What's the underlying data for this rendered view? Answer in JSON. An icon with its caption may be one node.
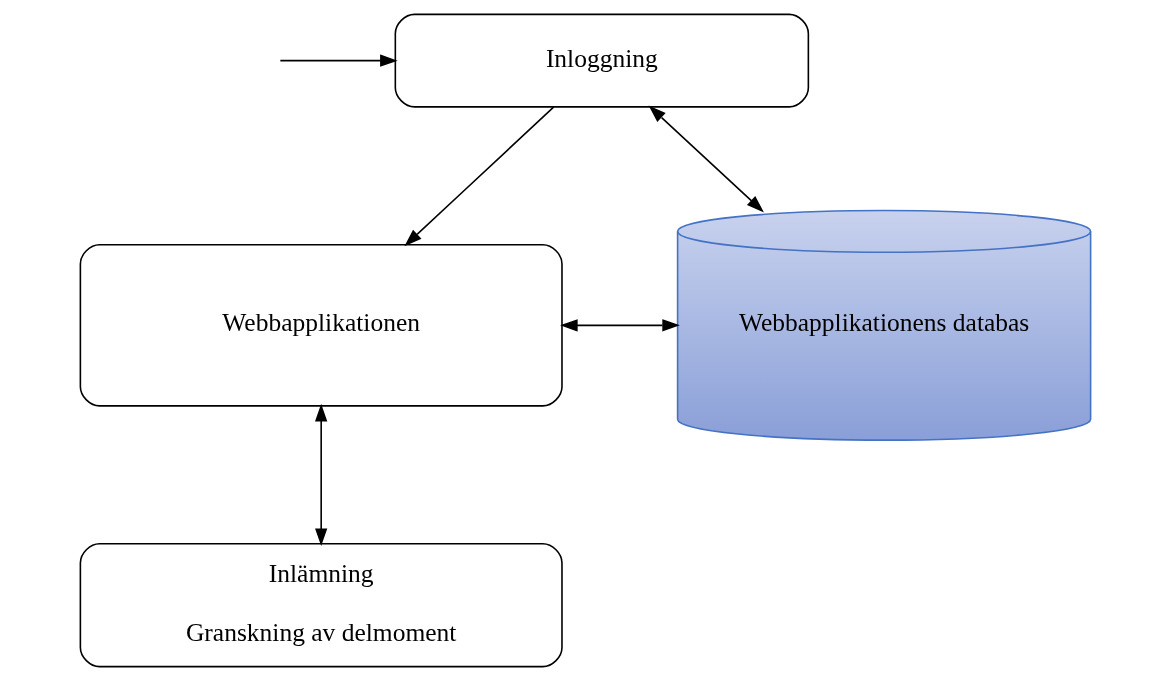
{
  "diagram": {
    "nodes": [
      {
        "text": [
          "Inloggning"
        ]
      },
      {
        "text": [
          "Webbapplikationen"
        ]
      },
      {
        "text": [
          "Webbapplikationens databas"
        ]
      },
      {
        "text": [
          "Inlämning",
          "Granskning av delmoment"
        ]
      }
    ],
    "edges": [
      {
        "from": null,
        "to": 0,
        "arrow": "to"
      },
      {
        "from": 0,
        "to": 1,
        "arrow": "to"
      },
      {
        "from": 0,
        "to": 2,
        "arrow": "both"
      },
      {
        "from": 1,
        "to": 2,
        "arrow": "both"
      },
      {
        "from": 1,
        "to": 3,
        "arrow": "both"
      }
    ]
  }
}
